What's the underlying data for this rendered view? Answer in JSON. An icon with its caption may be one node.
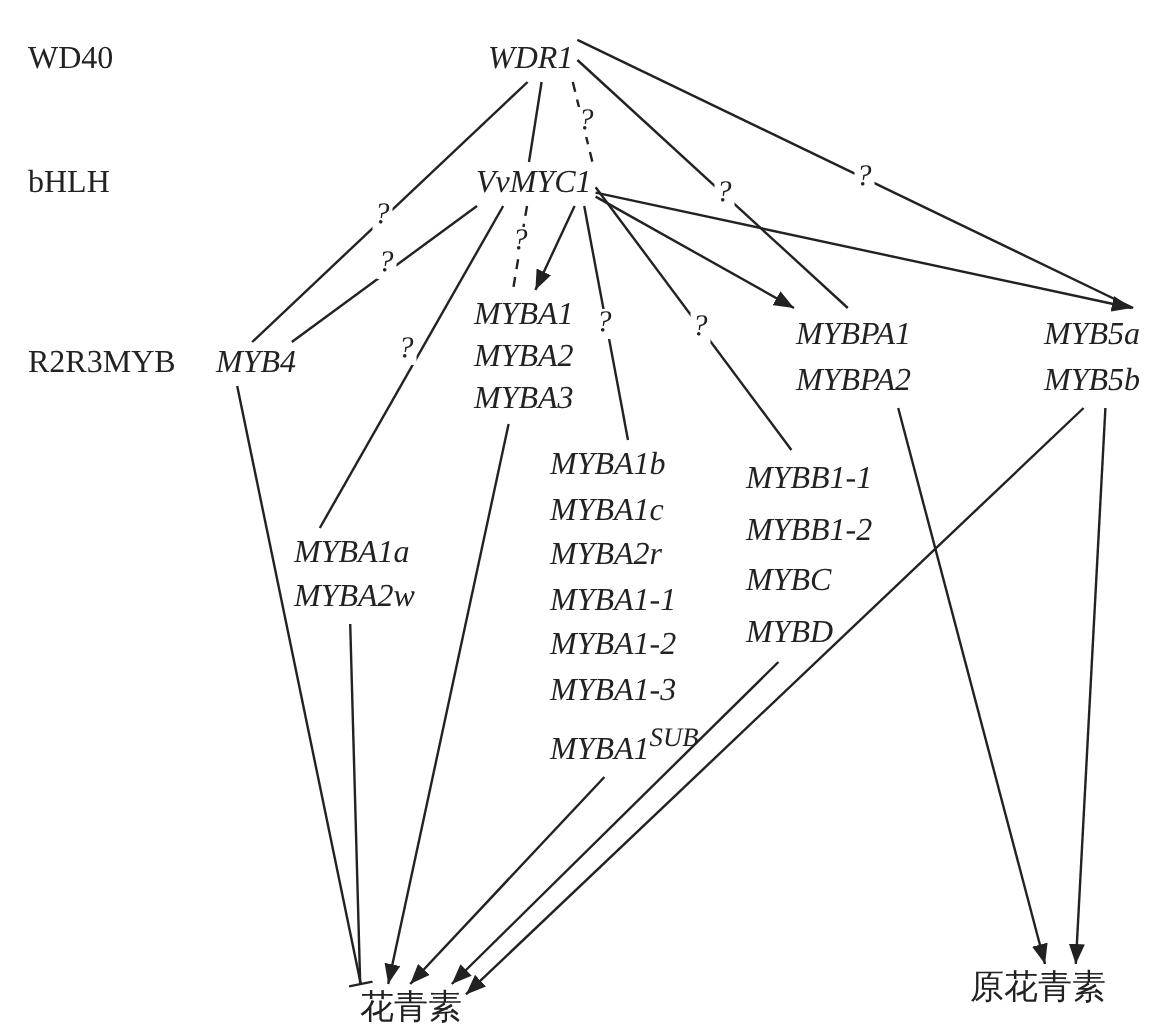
{
  "diagram": {
    "nodes": [
      {
        "text": [
          "WDR1"
        ]
      },
      {
        "text": [
          "VvMYC1"
        ]
      },
      {
        "text": [
          "MYB4"
        ]
      },
      {
        "text": [
          "MYBA1 MYBA2 MYBA3"
        ]
      },
      {
        "text": [
          "MYBA1a MYBA2w"
        ]
      },
      {
        "text": [
          "MYBA1b MYBA1c MYBA2r MYBA1-1 MYBA1-2 MYBA1-3 MYBA1$^{SUB}$"
        ]
      },
      {
        "text": [
          "MYBB1-1 MYBB1-2 MYBC MYBD"
        ]
      },
      {
        "text": [
          "MYBPA1 MYBPA2"
        ]
      },
      {
        "text": [
          "MYB5a MYB5b"
        ]
      },
      {
        "text": [
          "花青素"
        ]
      },
      {
        "text": [
          "原花青素"
        ]
      }
    ],
    "edges": [
      {
        "from": 0,
        "to": 2,
        "arrow": "none",
        "label": "?"
      },
      {
        "from": 0,
        "to": 1,
        "arrow": "none"
      },
      {
        "from": 0,
        "to": 1,
        "arrow": "none",
        "style": "dashed",
        "label": "?"
      },
      {
        "from": 0,
        "to": 7,
        "arrow": "none",
        "label": "?"
      },
      {
        "from": 0,
        "to": 8,
        "arrow": "none",
        "label": "?"
      },
      {
        "from": 1,
        "to": 2,
        "arrow": "none",
        "label": "?"
      },
      {
        "from": 1,
        "to": 4,
        "arrow": "none",
        "label": "?"
      },
      {
        "from": 1,
        "to": 3,
        "arrow": "none",
        "style": "dashed",
        "label": "?"
      },
      {
        "from": 1,
        "to": 3,
        "arrow": "to"
      },
      {
        "from": 1,
        "to": 5,
        "arrow": "none",
        "label": "?"
      },
      {
        "from": 1,
        "to": 6,
        "arrow": "none",
        "label": "?"
      },
      {
        "from": 1,
        "to": 7,
        "arrow": "to"
      },
      {
        "from": 1,
        "to": 8,
        "arrow": "to"
      },
      {
        "from": 2,
        "to": 9,
        "arrow": "other"
      },
      {
        "from": 4,
        "to": 9,
        "arrow": "none"
      },
      {
        "from": 3,
        "to": 9,
        "arrow": "to"
      },
      {
        "from": 5,
        "to": 9,
        "arrow": "to"
      },
      {
        "from": 6,
        "to": 9,
        "arrow": "to"
      },
      {
        "from": 8,
        "to": 9,
        "arrow": "to"
      },
      {
        "from": 7,
        "to": 10,
        "arrow": "to"
      },
      {
        "from": 8,
        "to": 10,
        "arrow": "to"
      }
    ],
    "labels": [
      "WD40",
      "bHLH",
      "R2R3MYB"
    ]
  }
}
